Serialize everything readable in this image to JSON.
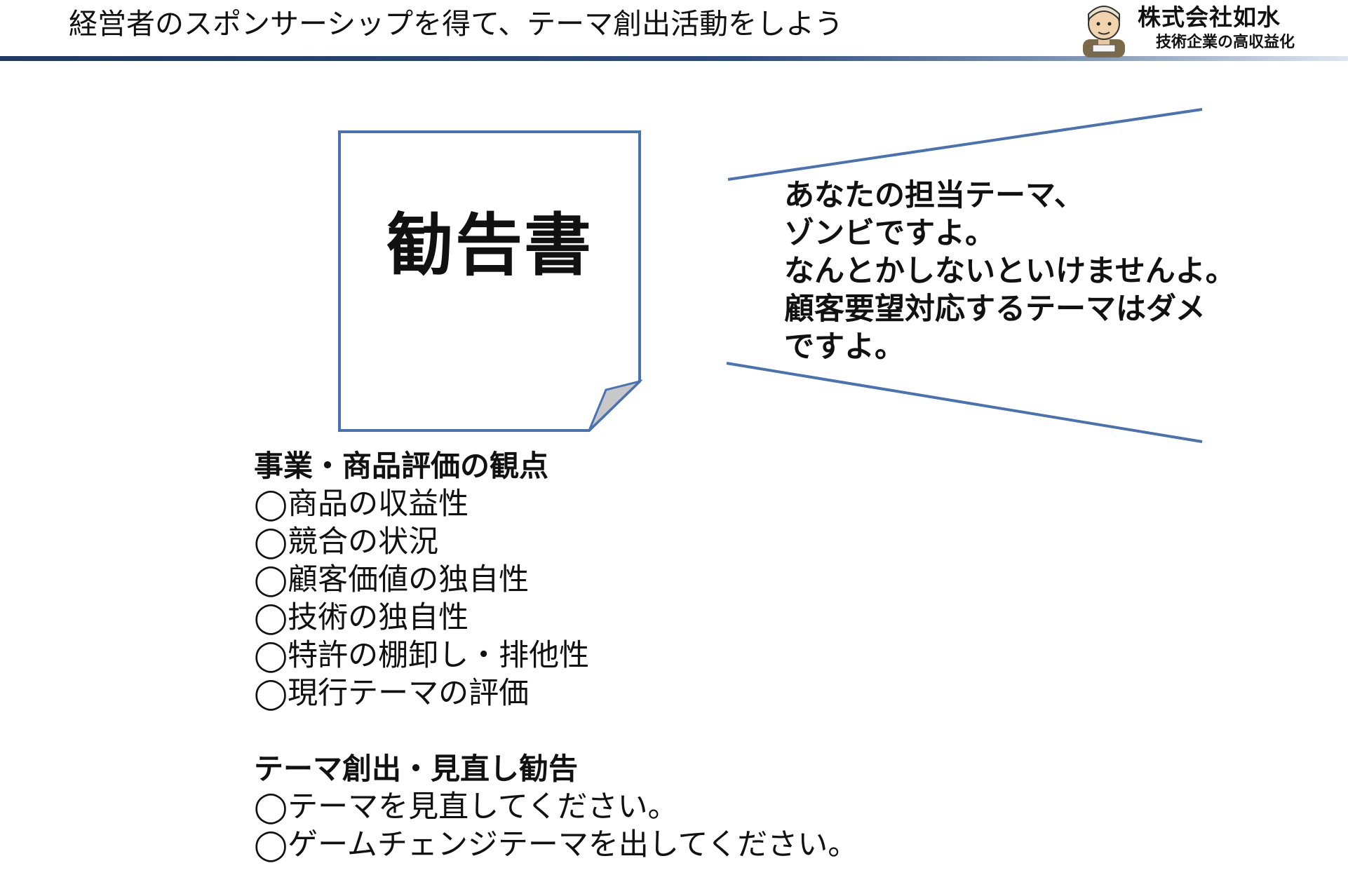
{
  "header": {
    "title": "経営者のスポンサーシップを得て、テーマ創出活動をしよう",
    "rule_color": "#1f3864"
  },
  "logo": {
    "company_name": "株式会社如水",
    "tagline": "技術企業の高収益化",
    "mascot_icon": "person-mascot-icon"
  },
  "notice": {
    "title": "勧告書",
    "border_color": "#4a72b0",
    "fold_color": "#c8c8c8"
  },
  "speech_bubble": {
    "lines": [
      "あなたの担当テーマ、",
      "ゾンビですよ。",
      "なんとかしないといけませんよ。",
      "顧客要望対応するテーマはダメ",
      "ですよ。"
    ],
    "line_color": "#4a72b0"
  },
  "evaluation": {
    "heading": "事業・商品評価の観点",
    "items": [
      "◯商品の収益性",
      "◯競合の状況",
      "◯顧客価値の独自性",
      "◯技術の独自性",
      "◯特許の棚卸し・排他性",
      "◯現行テーマの評価"
    ]
  },
  "recommendation": {
    "heading": "テーマ創出・見直し勧告",
    "items": [
      "◯テーマを見直してください。",
      "◯ゲームチェンジテーマを出してください。"
    ]
  }
}
